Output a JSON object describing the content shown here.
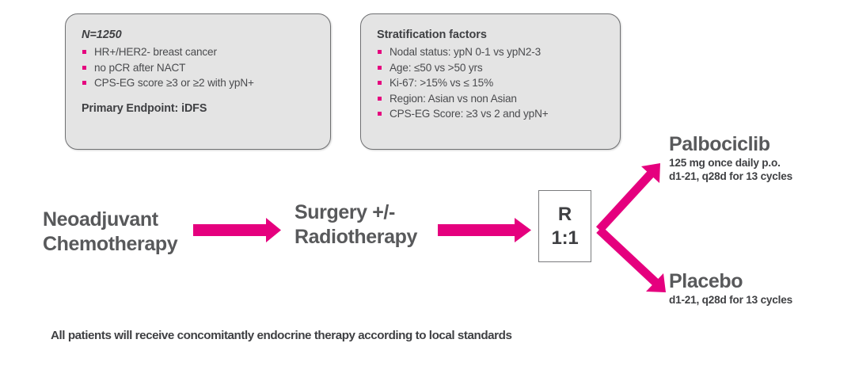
{
  "colors": {
    "accent_magenta": "#e5007e",
    "text_gray": "#58595b",
    "box_fill": "#e4e4e4",
    "box_border": "#6f7072"
  },
  "boxes": {
    "enrollment": {
      "title": "N=1250",
      "bullets": [
        "HR+/HER2- breast cancer",
        "no pCR after NACT",
        "CPS-EG score ≥3 or ≥2 with ypN+"
      ],
      "footer": "Primary Endpoint: iDFS"
    },
    "stratification": {
      "title": "Stratification factors",
      "bullets": [
        "Nodal status: ypN 0-1 vs ypN2-3",
        "Age: ≤50 vs >50 yrs",
        "Ki-67: >15% vs ≤ 15%",
        "Region: Asian vs non Asian",
        "CPS-EG Score: ≥3 vs 2 and ypN+"
      ]
    }
  },
  "flow": {
    "stage_1": "Neoadjuvant\nChemotherapy",
    "stage_2": "Surgery +/-\nRadiotherapy",
    "randomization": {
      "letter": "R",
      "ratio": "1:1"
    }
  },
  "arms": {
    "experimental": {
      "title": "Palbociclib",
      "detail_line_1": "125 mg once daily p.o.",
      "detail_line_2": "d1-21, q28d for 13 cycles"
    },
    "control": {
      "title": "Placebo",
      "detail_line_1": "d1-21, q28d for 13 cycles"
    }
  },
  "footer": {
    "note": "All patients will receive concomitantly endocrine therapy according to local standards"
  }
}
